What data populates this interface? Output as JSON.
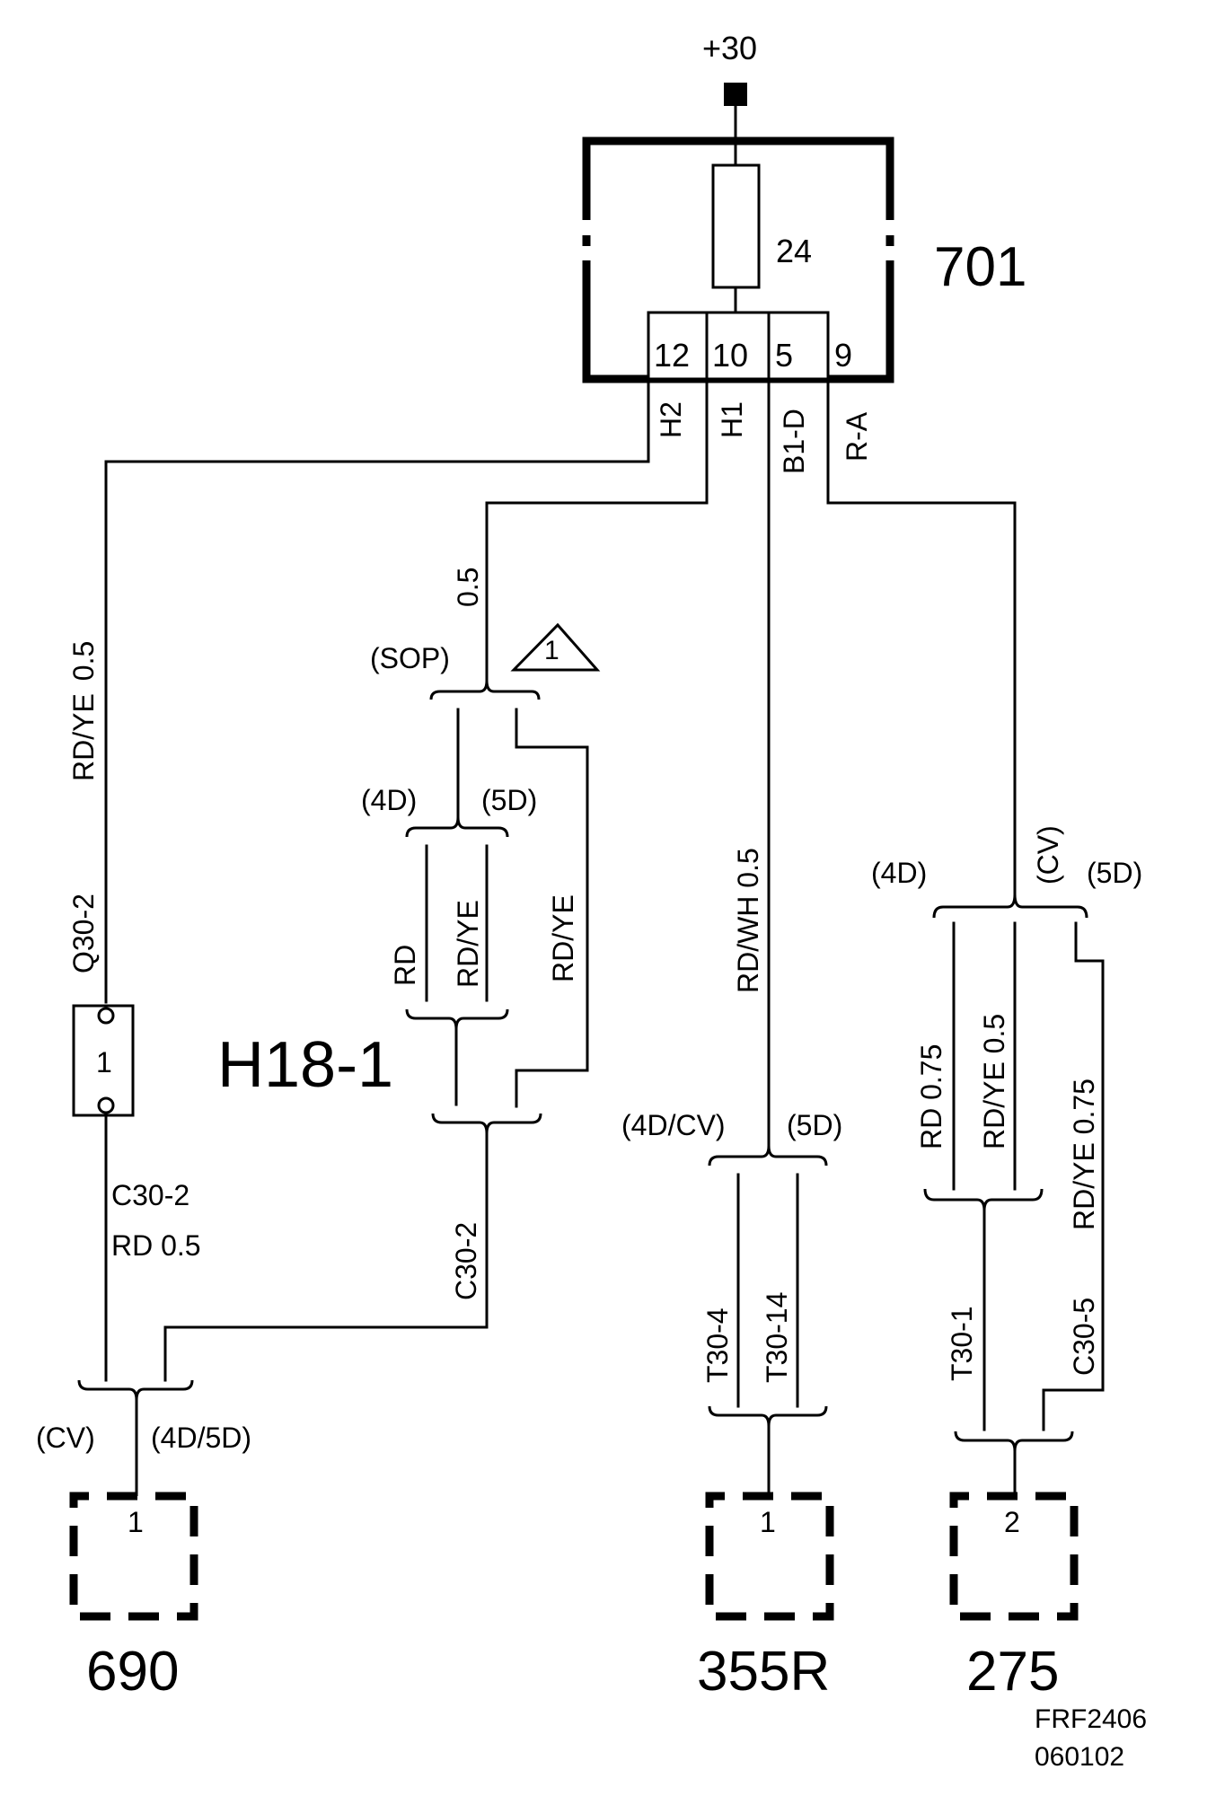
{
  "supply": {
    "label": "+30"
  },
  "fuse_box": {
    "id": "701",
    "fuse_number": "24",
    "pins": [
      "12",
      "10",
      "5",
      "9"
    ],
    "pin_labels": [
      "H2",
      "H1",
      "B1-D",
      "R-A"
    ]
  },
  "wires": {
    "left_top": {
      "code": "Q30-2",
      "color": "RD/YE",
      "size": "0.5"
    },
    "left_bottom": {
      "code": "C30-2",
      "color_size": "RD  0.5"
    },
    "h1_size": "0.5",
    "h18_bottom_code": "C30-2",
    "h18_branch_colors": [
      "RD",
      "RD/YE",
      "RD/YE"
    ],
    "center": {
      "color_size": "RD/WH  0.5",
      "codes": [
        "T30-4",
        "T30-14"
      ]
    },
    "right_left": {
      "color_size": "RD  0.75",
      "code": "T30-1"
    },
    "right_mid": {
      "color_size": "RD/YE  0.5"
    },
    "right_right": {
      "color_size": "RD/YE  0.75",
      "code": "C30-5"
    }
  },
  "splices": {
    "sop": "(SOP)",
    "h18_upper_left": "(4D)",
    "h18_upper_right": "(5D)",
    "center_left": "(4D/CV)",
    "center_right": "(5D)",
    "right_left": "(4D)",
    "right_mid": "(CV)",
    "right_right": "(5D)",
    "bottom_left": "(CV)",
    "bottom_right": "(4D/5D)"
  },
  "components": {
    "inline_connector": {
      "pin": "1"
    },
    "h18": "H18-1",
    "note_marker": "1",
    "loads": [
      {
        "id": "690",
        "pin": "1"
      },
      {
        "id": "355R",
        "pin": "1"
      },
      {
        "id": "275",
        "pin": "2"
      }
    ]
  },
  "footer": {
    "ref": "FRF2406",
    "date": "060102"
  }
}
